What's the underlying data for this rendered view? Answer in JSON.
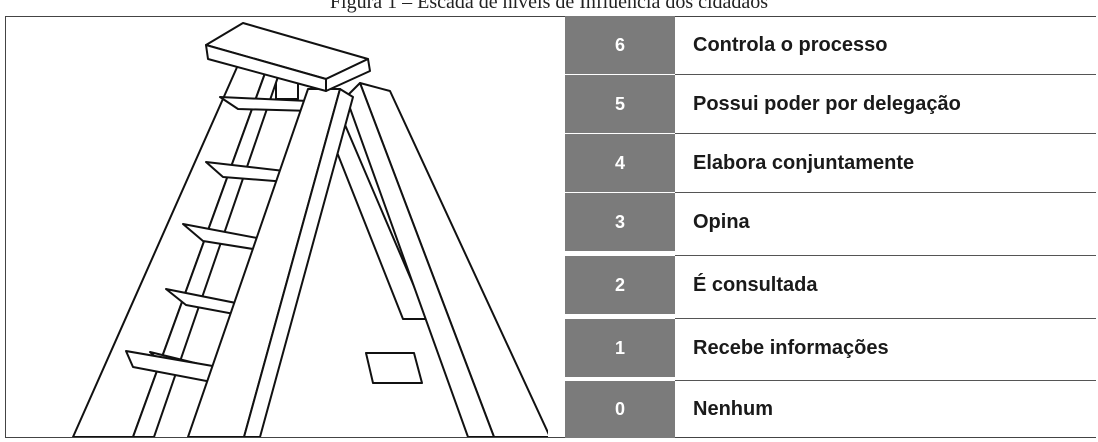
{
  "figure": {
    "caption": "Figura 1 – Escada de níveis de Influência dos cidadãos"
  },
  "levels": [
    {
      "number": "6",
      "label": "Controla o processo"
    },
    {
      "number": "5",
      "label": "Possui poder por delegação"
    },
    {
      "number": "4",
      "label": "Elabora conjuntamente"
    },
    {
      "number": "3",
      "label": "Opina"
    },
    {
      "number": "2",
      "label": "É consultada"
    },
    {
      "number": "1",
      "label": "Recebe informações"
    },
    {
      "number": "0",
      "label": "Nenhum"
    }
  ],
  "colors": {
    "number_column": "#7b7b7b",
    "number_text": "#ffffff",
    "label_text": "#1a1a1a",
    "ladder_stroke": "#111111",
    "ladder_fill": "#ffffff"
  },
  "icons": [
    "stepladder-illustration"
  ]
}
